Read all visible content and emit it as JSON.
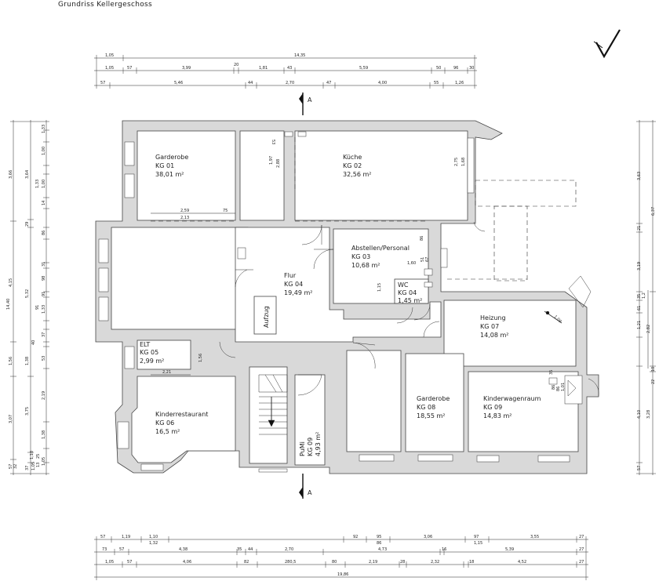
{
  "title": "Grundriss Kellergeschoss",
  "section_marker": "A",
  "rooms": [
    {
      "name": "Garderobe",
      "code": "KG 01",
      "area": "38,01 m²"
    },
    {
      "name": "Küche",
      "code": "KG 02",
      "area": "32,56 m²"
    },
    {
      "name": "Abstellen/Personal",
      "code": "KG 03",
      "area": "10,68 m²"
    },
    {
      "name": "Flur",
      "code": "KG 04",
      "area": "19,49 m²"
    },
    {
      "name": "WC",
      "code": "KG 04",
      "area": "1,45 m²"
    },
    {
      "name": "ELT",
      "code": "KG 05",
      "area": "2,99 m²"
    },
    {
      "name": "Kinderrestaurant",
      "code": "KG 06",
      "area": "16,5 m²"
    },
    {
      "name": "Heizung",
      "code": "KG 07",
      "area": "14,08 m²"
    },
    {
      "name": "Garderobe",
      "code": "KG 08",
      "area": "18,55 m²"
    },
    {
      "name": "Kinderwagenraum",
      "code": "KG 09",
      "area": "14,83 m²"
    },
    {
      "name": "PuMi",
      "code": "KG 09",
      "area": "4,93 m²"
    },
    {
      "name": "Aufzug"
    }
  ],
  "dims_top": {
    "row1": [
      "1,05",
      "14,35"
    ],
    "row2": [
      "1,05",
      "57",
      "3,99",
      "20",
      "1,81",
      "43",
      "5,59",
      "50",
      "96",
      "30"
    ],
    "row3": [
      "57",
      "5,46",
      "44",
      "2,70",
      "47",
      "4,00",
      "55",
      "1,26"
    ]
  },
  "dims_bottom": {
    "row1": [
      "57",
      "1,19",
      "1,10",
      "1,32",
      "92",
      "95",
      "86",
      "3,06",
      "97",
      "1,15",
      "3,55",
      "27"
    ],
    "row2": [
      "73",
      "57",
      "4,38",
      "35",
      "44",
      "2,70",
      "4,73",
      "16",
      "5,39",
      "27"
    ],
    "row3": [
      "1,05",
      "57",
      "4,06",
      "82",
      "280,5",
      "80",
      "2,19",
      "28",
      "2,32",
      "18",
      "4,52",
      "27"
    ],
    "total": "19,86"
  },
  "dims_left": {
    "outer": [
      "14,40",
      "3,66",
      "4,15",
      "1,56",
      "3,07",
      "57",
      "32"
    ],
    "mid": [
      "3,64",
      "29",
      "5,32",
      "1,38",
      "3,75",
      "1,10",
      "37",
      "1,05"
    ],
    "inner": [
      "1,00",
      "1,33",
      "1,00",
      "1,33",
      "14",
      "86",
      "31",
      "98",
      "91",
      "91",
      "1,33",
      "37",
      "40",
      "53",
      "2,19",
      "1,38",
      "25",
      "13",
      "1,05"
    ]
  },
  "dims_right": {
    "outer": [
      "6,37",
      "22",
      "4,10"
    ],
    "mid": [
      "3,63",
      "21",
      "3,19",
      "35",
      "61",
      "1,21",
      "3,28",
      "57"
    ],
    "inner": [
      "1,2",
      "2,82",
      "10"
    ]
  },
  "inner_dims": [
    "2,59",
    "75",
    "2,13",
    "53",
    "1,97",
    "2,88",
    "2,75",
    "1,68",
    "86",
    "1,60",
    "51",
    "67",
    "1,15",
    "1,56",
    "2,21",
    "35",
    "86",
    "1,09",
    "86",
    "1,01"
  ]
}
